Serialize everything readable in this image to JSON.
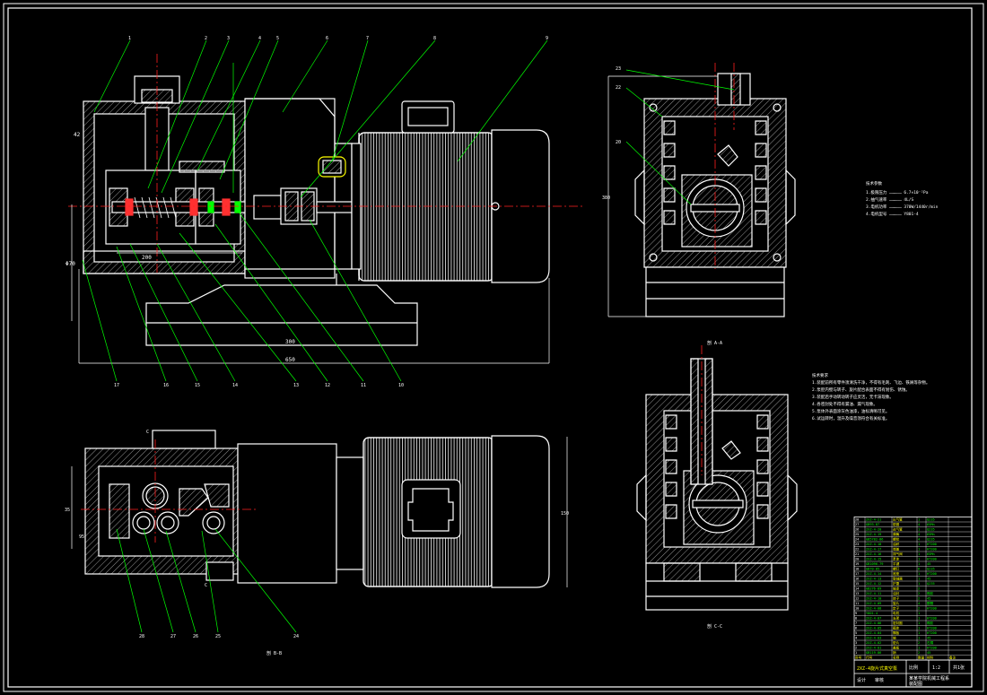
{
  "colors": {
    "background": "#000000",
    "frame": "#ffffff",
    "outline": "#ffffff",
    "hatch": "#d0d0d0",
    "leader": "#00ff00",
    "center_line": "#ff2020",
    "dimension": "#ffffff",
    "accent_yellow": "#ffff00",
    "accent_cyan": "#00ffff",
    "accent_magenta": "#ff40ff"
  },
  "views": {
    "section_bb_label": "剖 B-B",
    "section_aa_label": "剖 A-A",
    "section_cc_label": "剖 C-C"
  },
  "main_view": {
    "balloons_top": [
      "1",
      "2",
      "3",
      "4",
      "5",
      "6",
      "7",
      "8",
      "9"
    ],
    "balloons_bottom": [
      "17",
      "16",
      "15",
      "14",
      "13",
      "12",
      "11",
      "10"
    ],
    "dim_labels": [
      "Φ70",
      "200",
      "300",
      "650"
    ],
    "left_dim": "42"
  },
  "side_view": {
    "balloons": [
      "23",
      "22",
      "20"
    ],
    "height_dim": "380"
  },
  "plan_view": {
    "balloons": [
      "28",
      "27",
      "26",
      "25",
      "24"
    ],
    "dims": [
      "35",
      "150",
      "95"
    ],
    "top_mark": "C",
    "bottom_mark": "C"
  },
  "tech_params": {
    "title": "技术参数",
    "rows": [
      "1.极限压力 …………… 6.7×10⁻²Pa",
      "2.抽气速率 …………… 4L/S",
      "3.电机功率 …………… 370W/1440r/min",
      "4.电机型号 …………… Y801-4"
    ]
  },
  "tech_requirements": {
    "title": "技术要求",
    "rows": [
      "1.装配前所有零件须清洗干净，不得有毛刺、飞边、铁屑等杂物。",
      "2.泵腔内壁与转子、旋片配合表面不得有划伤、锈蚀。",
      "3.装配后手动转动转子应灵活，无卡滞现象。",
      "4.各密封处不得有漏油、漏气现象。",
      "5.泵体外表面涂灰色油漆，油标清晰可见。",
      "6.试运转时，温升及噪音须符合有关标准。"
    ]
  },
  "bom": {
    "rows": [
      [
        "28",
        "2XZ-4-21",
        "出气管",
        "1",
        "Q235",
        ""
      ],
      [
        "27",
        "GB93-87",
        "垫圈",
        "4",
        "65Mn",
        ""
      ],
      [
        "26",
        "2XZ-4-20",
        "进气管",
        "1",
        "Q235",
        ""
      ],
      [
        "25",
        "2XZ-4-19",
        "弹簧",
        "4",
        "65Mn",
        ""
      ],
      [
        "24",
        "GB5782-86",
        "螺栓",
        "4",
        "Q235",
        ""
      ],
      [
        "23",
        "2XZ-4-18",
        "油杯",
        "1",
        "HT200",
        ""
      ],
      [
        "22",
        "2XZ-4-17",
        "端盖",
        "1",
        "HT200",
        ""
      ],
      [
        "21",
        "2XZ-4-16",
        "排气阀",
        "1",
        "65Mn",
        ""
      ],
      [
        "20",
        "2XZ-4-15",
        "泵体",
        "1",
        "HT200",
        ""
      ],
      [
        "19",
        "GB1096-79",
        "平键",
        "1",
        "45",
        ""
      ],
      [
        "18",
        "GB70-85",
        "螺钉",
        "6",
        "Q235",
        ""
      ],
      [
        "17",
        "2XZ-4-14",
        "底座",
        "1",
        "HT200",
        ""
      ],
      [
        "16",
        "2XZ-4-13",
        "联轴器",
        "1",
        "45",
        ""
      ],
      [
        "15",
        "2XZ-4-12",
        "护罩",
        "1",
        "Q235",
        ""
      ],
      [
        "14",
        "GB276-89",
        "轴承",
        "2",
        "",
        ""
      ],
      [
        "13",
        "2XZ-4-11",
        "油封",
        "2",
        "橡胶",
        ""
      ],
      [
        "12",
        "2XZ-4-10",
        "转子",
        "2",
        "45",
        ""
      ],
      [
        "11",
        "2XZ-4-09",
        "旋片",
        "4",
        "酚醛",
        ""
      ],
      [
        "10",
        "2XZ-4-08",
        "定子",
        "2",
        "HT200",
        ""
      ],
      [
        "9",
        "Y801-4",
        "电机",
        "1",
        "",
        ""
      ],
      [
        "8",
        "2XZ-4-07",
        "支架",
        "1",
        "HT200",
        ""
      ],
      [
        "7",
        "2XZ-4-06",
        "密封圈",
        "1",
        "橡胶",
        ""
      ],
      [
        "6",
        "2XZ-4-05",
        "箱体",
        "1",
        "HT200",
        ""
      ],
      [
        "5",
        "2XZ-4-04",
        "隔板",
        "1",
        "HT200",
        ""
      ],
      [
        "4",
        "2XZ-4-03",
        "轴",
        "1",
        "45",
        ""
      ],
      [
        "3",
        "2XZ-4-02",
        "垫片",
        "2",
        "石棉",
        ""
      ],
      [
        "2",
        "2XZ-4-01",
        "盖板",
        "1",
        "HT200",
        ""
      ],
      [
        "1",
        "GB119-86",
        "销",
        "2",
        "45",
        ""
      ]
    ],
    "header": [
      "序号",
      "代号",
      "名称",
      "数量",
      "材料",
      "备注"
    ],
    "title_block": {
      "drawing_title": "2XZ-4旋片式真空泵",
      "scale_label": "比例",
      "scale": "1:2",
      "sheet": "共1张",
      "designer": "设计",
      "checker": "审核",
      "school": "某某学院机械工程系",
      "drawing_no": "装配图"
    }
  }
}
